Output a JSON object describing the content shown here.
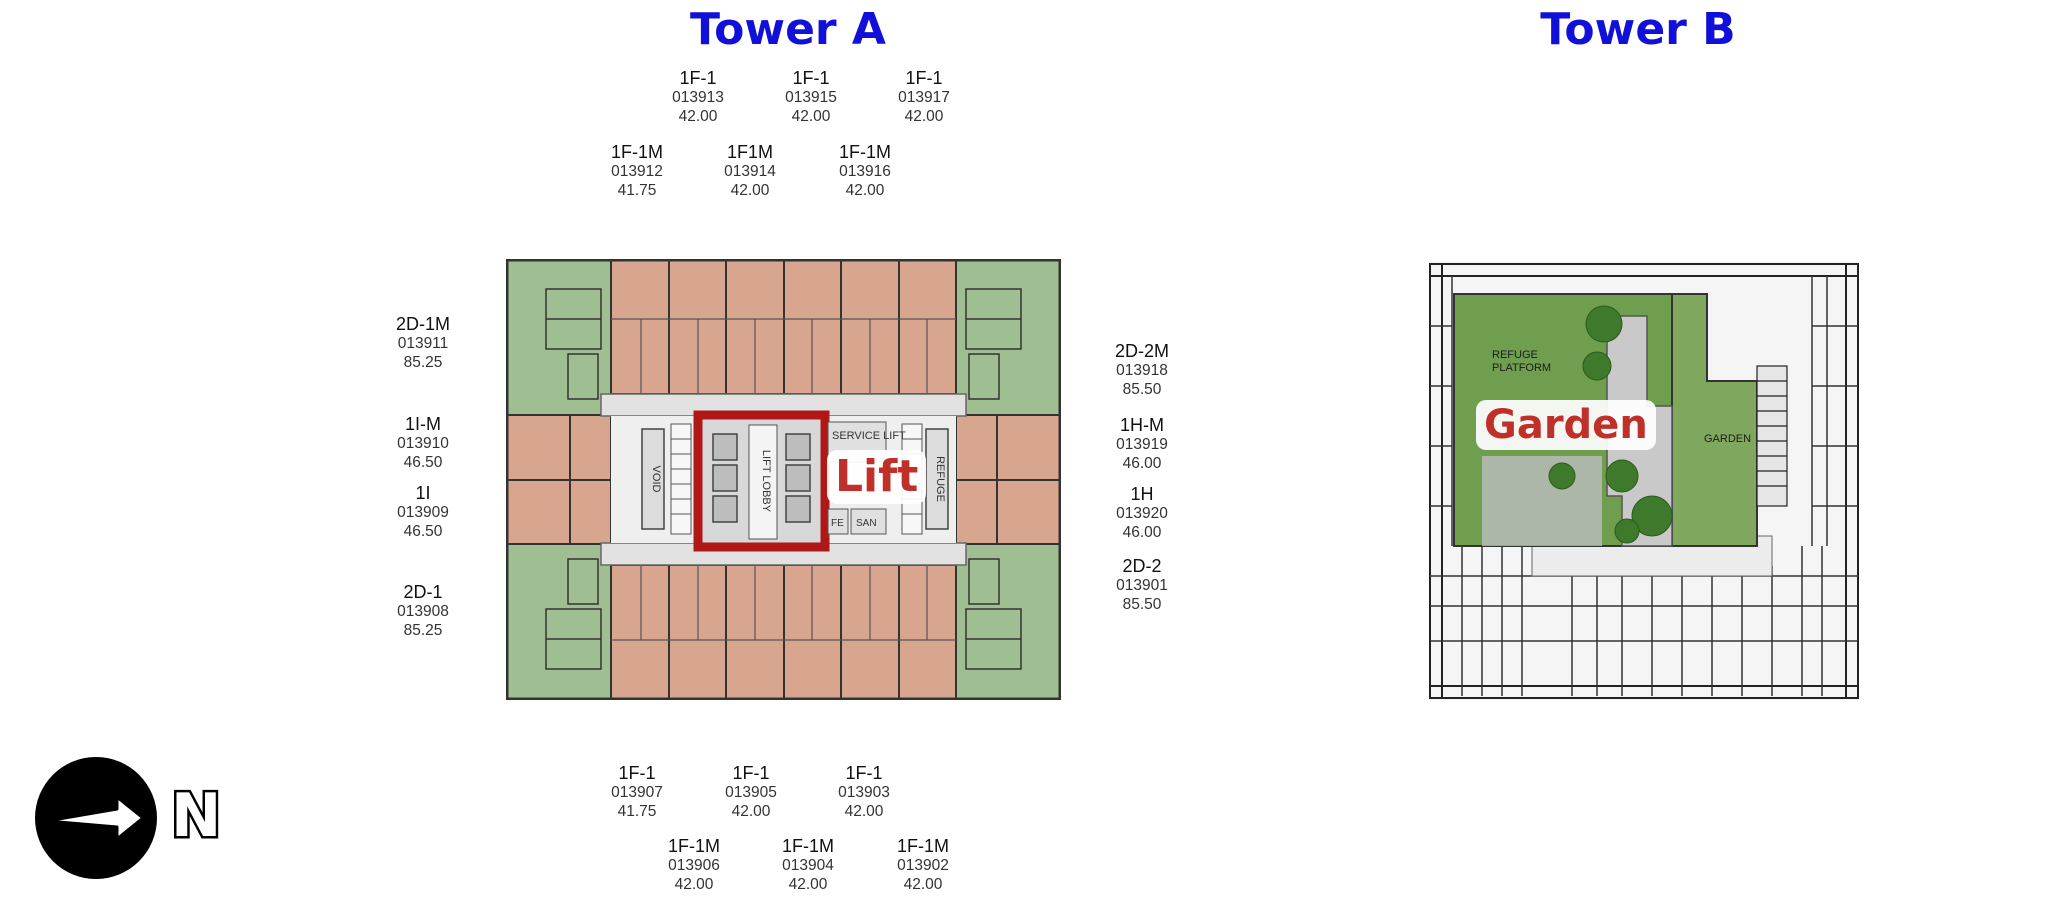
{
  "towers": {
    "a": {
      "title": "Tower A"
    },
    "b": {
      "title": "Tower B"
    }
  },
  "units": {
    "top_row1": [
      {
        "type": "1F-1",
        "code": "013913",
        "area": "42.00"
      },
      {
        "type": "1F-1",
        "code": "013915",
        "area": "42.00"
      },
      {
        "type": "1F-1",
        "code": "013917",
        "area": "42.00"
      }
    ],
    "top_row2": [
      {
        "type": "1F-1M",
        "code": "013912",
        "area": "41.75"
      },
      {
        "type": "1F1M",
        "code": "013914",
        "area": "42.00"
      },
      {
        "type": "1F-1M",
        "code": "013916",
        "area": "42.00"
      }
    ],
    "left": [
      {
        "type": "2D-1M",
        "code": "013911",
        "area": "85.25"
      },
      {
        "type": "1I-M",
        "code": "013910",
        "area": "46.50"
      },
      {
        "type": "1I",
        "code": "013909",
        "area": "46.50"
      },
      {
        "type": "2D-1",
        "code": "013908",
        "area": "85.25"
      }
    ],
    "right": [
      {
        "type": "2D-2M",
        "code": "013918",
        "area": "85.50"
      },
      {
        "type": "1H-M",
        "code": "013919",
        "area": "46.00"
      },
      {
        "type": "1H",
        "code": "013920",
        "area": "46.00"
      },
      {
        "type": "2D-2",
        "code": "013901",
        "area": "85.50"
      }
    ],
    "bottom_row1": [
      {
        "type": "1F-1",
        "code": "013907",
        "area": "41.75"
      },
      {
        "type": "1F-1",
        "code": "013905",
        "area": "42.00"
      },
      {
        "type": "1F-1",
        "code": "013903",
        "area": "42.00"
      }
    ],
    "bottom_row2": [
      {
        "type": "1F-1M",
        "code": "013906",
        "area": "42.00"
      },
      {
        "type": "1F-1M",
        "code": "013904",
        "area": "42.00"
      },
      {
        "type": "1F-1M",
        "code": "013902",
        "area": "42.00"
      }
    ]
  },
  "plan_a": {
    "core_labels": {
      "void": "VOID",
      "lift_lobby": "LIFT LOBBY",
      "service_lift": "SERVICE LIFT",
      "refuge": "REFUGE",
      "fe": "FE",
      "san": "SAN"
    },
    "highlight_label": "Lift",
    "colors": {
      "unit_salmon": "#d8a68f",
      "unit_green": "#9fbf92",
      "highlight": "#b01818"
    }
  },
  "plan_b": {
    "small_labels": {
      "refuge_platform": "REFUGE\nPLATFORM",
      "garden_small": "GARDEN"
    },
    "highlight_label": "Garden",
    "colors": {
      "lawn": "#6f9e4f"
    }
  },
  "compass": {
    "label": "N",
    "icon": "arrow-right-icon"
  }
}
